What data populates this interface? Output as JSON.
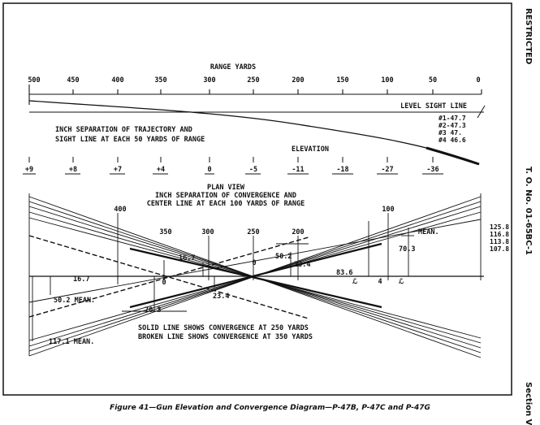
{
  "side": {
    "restricted": "RESTRICTED",
    "doc_number": "T. O. No. 01-65BC-1",
    "section": "Section V"
  },
  "caption": "Figure 41—Gun Elevation and Convergence Diagram—P-47B, P-47C and P-47G",
  "elevation_view": {
    "title": "RANGE YARDS",
    "range_ticks": [
      "500",
      "450",
      "400",
      "350",
      "300",
      "250",
      "200",
      "150",
      "100",
      "50",
      "0"
    ],
    "level_sight_line": "LEVEL SIGHT LINE",
    "separation_note": [
      "INCH SEPARATION OF TRAJECTORY AND",
      "SIGHT LINE AT EACH 50 YARDS OF RANGE"
    ],
    "guns": [
      "#1-47.7",
      "#2-47.3",
      "#3 47.",
      "#4 46.6"
    ],
    "elevation_title": "ELEVATION",
    "elevation_values": [
      "+9",
      "+8",
      "+7",
      "+4",
      "0",
      "-5",
      "-11",
      "-18",
      "-27",
      "-36"
    ]
  },
  "plan_view": {
    "title": "PLAN VIEW",
    "subtitle": [
      "INCH SEPARATION OF CONVERGENCE AND",
      "CENTER LINE AT EACH 100 YARDS OF RANGE"
    ],
    "range_labels": [
      "400",
      "350",
      "300",
      "250",
      "200",
      "100"
    ],
    "right_values": [
      "125.8",
      "116.8",
      "113.8",
      "107.8"
    ],
    "mean_label": "MEAN.",
    "measurements": {
      "m16_7_a": "16.7",
      "m16_7_b": "16.7",
      "m50_2_a": "50.2",
      "m50_2_mean": "50.2 MEAN.",
      "m23_4_a": "23.4",
      "m23_4_b": "23.4",
      "m83_6": "83.6",
      "m70_3_a": "70.3",
      "m70_3_b": "70.3",
      "m117_1": "117.1 MEAN.",
      "zero_a": "0",
      "zero_b": "0"
    },
    "centerline_marks": [
      "ℒ",
      "4",
      "ℒ"
    ],
    "notes": [
      "SOLID LINE SHOWS CONVERGENCE AT 250 YARDS",
      "BROKEN LINE SHOWS CONVERGENCE AT 350 YARDS"
    ]
  }
}
